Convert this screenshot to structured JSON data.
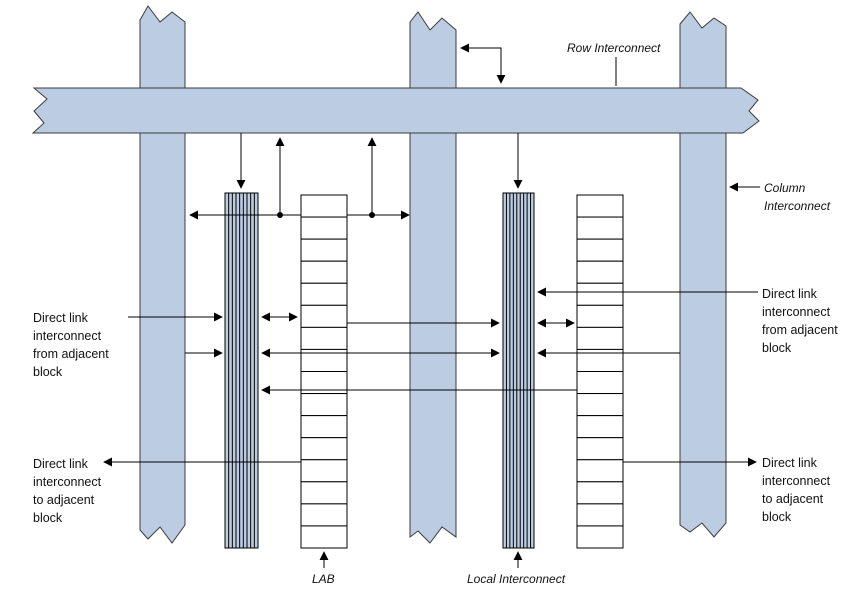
{
  "labels": {
    "row_interconnect": "Row Interconnect",
    "column_interconnect": [
      "Column",
      "Interconnect"
    ],
    "lab": "LAB",
    "local_interconnect": "Local Interconnect",
    "direct_from_left": [
      "Direct link",
      "interconnect",
      "from adjacent",
      "block"
    ],
    "direct_to_left": [
      "Direct link",
      "interconnect",
      "to adjacent",
      "block"
    ],
    "direct_from_right": [
      "Direct link",
      "interconnect",
      "from adjacent",
      "block"
    ],
    "direct_to_right": [
      "Direct link",
      "interconnect",
      "to adjacent",
      "block"
    ]
  },
  "colors": {
    "interconnect_fill": "#bccde3",
    "interconnect_stroke": "#3b3b3b",
    "line": "#000000",
    "lab_cell_fill": "#ffffff"
  },
  "lab_cell_count": 16
}
